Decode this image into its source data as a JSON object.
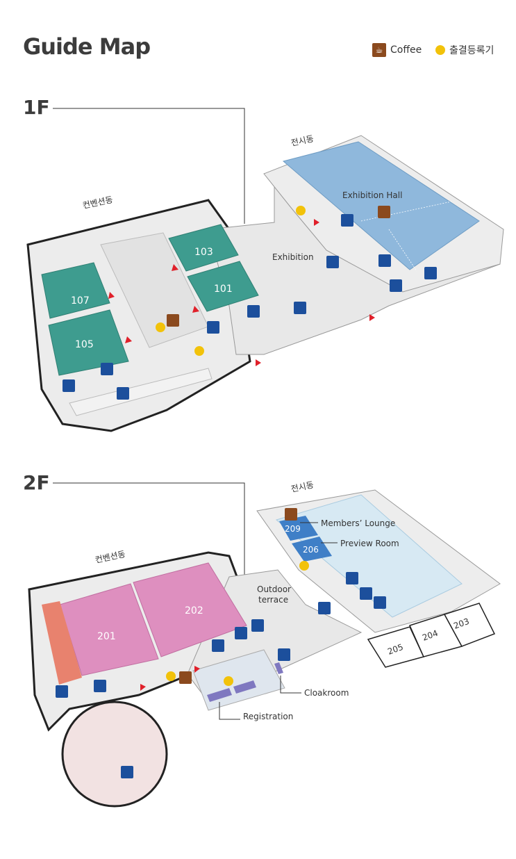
{
  "title": "Guide Map",
  "legend": {
    "coffee": "Coffee",
    "kiosk": "출결등록기"
  },
  "floors": {
    "f1": {
      "label": "1F",
      "convention": "컨벤션동",
      "exhibition_wing": "전시동",
      "exhibition_hall": "Exhibition Hall",
      "exhibition": "Exhibition",
      "rooms": [
        "107",
        "105",
        "103",
        "101"
      ]
    },
    "f2": {
      "label": "2F",
      "convention": "컨벤션동",
      "exhibition_wing": "전시동",
      "rooms": [
        "201",
        "202",
        "209",
        "206",
        "205",
        "204",
        "203"
      ],
      "outdoor_terrace_1": "Outdoor",
      "outdoor_terrace_2": "terrace",
      "members_lounge": "Members’ Lounge",
      "preview_room": "Preview Room",
      "cloakroom": "Cloakroom",
      "registration": "Registration"
    }
  },
  "colors": {
    "teal": "#3e9c8f",
    "blue": "#8fb8dc",
    "lightblue": "#d7e9f3",
    "pink": "#de8fbf",
    "salmon": "#e8826e",
    "floor": "#e6e6e6",
    "coffee": "#8b4a1e",
    "kiosk": "#f2c20a",
    "arrow": "#e0202a",
    "icon": "#1c4f9c"
  }
}
